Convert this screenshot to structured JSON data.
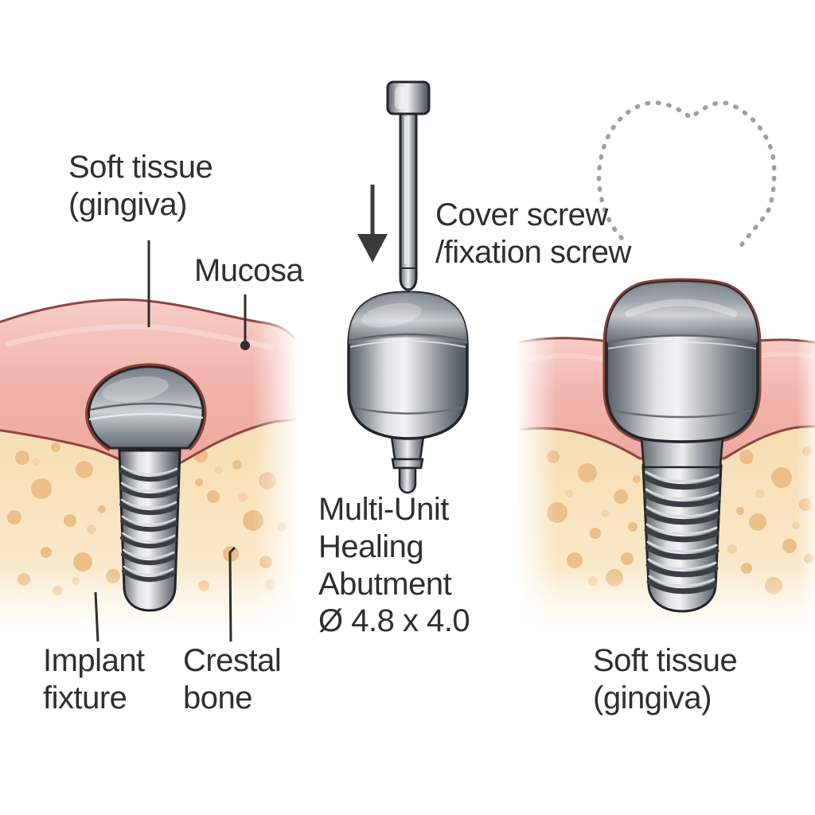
{
  "labels": {
    "soft_tissue_left": "Soft tissue\n(gingiva)",
    "mucosa": "Mucosa",
    "implant_fixture": "Implant\nfixture",
    "crestal_bone": "Crestal\nbone",
    "cover_screw": "Cover screw\n/fixation screw",
    "healing_abutment": "Multi-Unit\nHealing\nAbutment\nØ 4.8 x 4.0",
    "soft_tissue_right": "Soft tissue\n(gingiva)"
  },
  "icons": {
    "down_arrow": "solid downward arrow",
    "tooth_outline": "dotted molar crown outline"
  },
  "colors": {
    "label_text": "#2f2f2f",
    "pointer_line": "#2e2e2e",
    "arrow": "#3a3a3a",
    "tooth_dotted": "#9aa0a3",
    "tissue_pink": "#f2b4ac",
    "tissue_outline": "#8e463e",
    "bone": "#f9e5bf",
    "bone_spot": "#ecbf88",
    "metal_light": "#eceeef",
    "metal_mid": "#9aa0a7",
    "metal_dark": "#4e535a",
    "outline_dark": "#22262a"
  }
}
